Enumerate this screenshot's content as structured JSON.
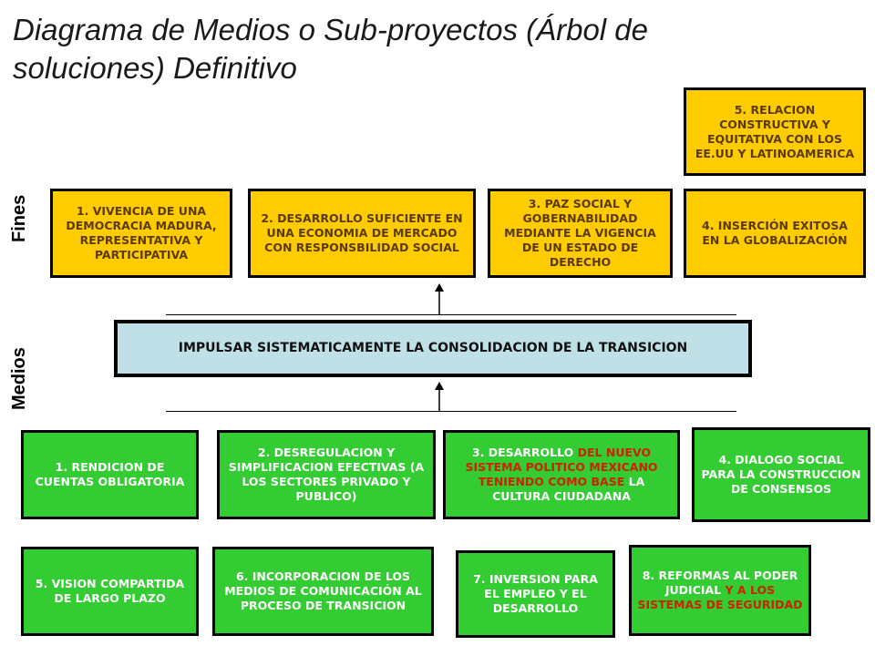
{
  "title": "Diagrama de Medios o Sub-proyectos (Árbol de soluciones) Definitivo",
  "labels": {
    "fines": "Fines",
    "medios": "Medios"
  },
  "central": "IMPULSAR SISTEMATICAMENTE LA CONSOLIDACION DE LA TRANSICION",
  "fines": [
    "1. VIVENCIA DE UNA DEMOCRACIA MADURA, REPRESENTATIVA Y PARTICIPATIVA",
    "2. DESARROLLO SUFICIENTE EN UNA ECONOMIA DE MERCADO CON RESPONSBILIDAD SOCIAL",
    "3. PAZ SOCIAL Y GOBERNABILIDAD MEDIANTE LA VIGENCIA DE UN ESTADO DE DERECHO",
    "4. INSERCIÓN EXITOSA EN LA GLOBALIZACIÓN",
    "5. RELACION CONSTRUCTIVA Y EQUITATIVA CON LOS EE.UU Y LATINOAMERICA"
  ],
  "medios": [
    "1. RENDICION DE CUENTAS OBLIGATORIA",
    "2. DESREGULACION Y SIMPLIFICACION EFECTIVAS (A LOS SECTORES PRIVADO Y PUBLICO)",
    {
      "a": "3. DESARROLLO",
      "b": " DEL NUEVO SISTEMA POLITICO MEXICANO TENIENDO COMO BASE",
      "c": " LA CULTURA CIUDADANA"
    },
    "4. DIALOGO SOCIAL PARA LA CONSTRUCCION DE CONSENSOS",
    "5. VISION COMPARTIDA DE LARGO PLAZO",
    "6. INCORPORACION DE LOS MEDIOS DE COMUNICACIÓN AL PROCESO DE TRANSICION",
    "7. INVERSION PARA EL EMPLEO Y EL DESARROLLO",
    {
      "a": "8. REFORMAS  AL PODER JUDICIAL",
      "b": " Y A LOS SISTEMAS DE SEGURIDAD"
    }
  ],
  "colors": {
    "fines": "#ffcc00",
    "medios": "#33cc33",
    "central": "#bfe0e6",
    "highlight": "#cc2200"
  }
}
